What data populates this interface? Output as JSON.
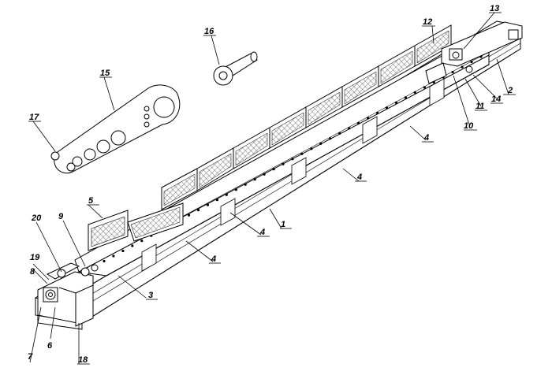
{
  "callouts": {
    "c1": "1",
    "c2": "2",
    "c3": "3",
    "c4a": "4",
    "c4b": "4",
    "c4c": "4",
    "c4d": "4",
    "c5": "5",
    "c6": "6",
    "c7": "7",
    "c8": "8",
    "c9": "9",
    "c10": "10",
    "c11": "11",
    "c12": "12",
    "c13": "13",
    "c14": "14",
    "c15": "15",
    "c16": "16",
    "c17": "17",
    "c18": "18",
    "c19": "19",
    "c20": "20"
  },
  "colors": {
    "line": "#000000",
    "background": "#ffffff",
    "mesh": "#555555"
  }
}
